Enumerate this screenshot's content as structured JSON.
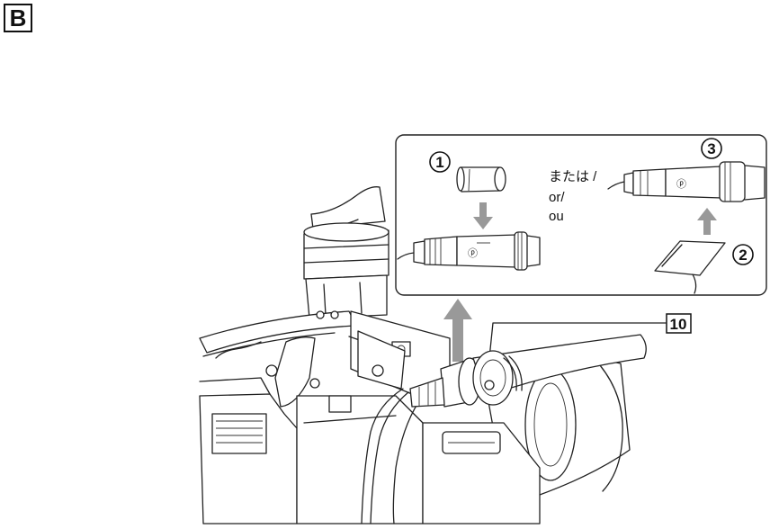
{
  "section_letter": "B",
  "callout": {
    "number": "10"
  },
  "steps": [
    {
      "number": "1"
    },
    {
      "number": "2"
    },
    {
      "number": "3"
    }
  ],
  "alternative_text": {
    "line1": "または /",
    "line2": "or/",
    "line3": "ou"
  },
  "arrow_color": "#999999"
}
